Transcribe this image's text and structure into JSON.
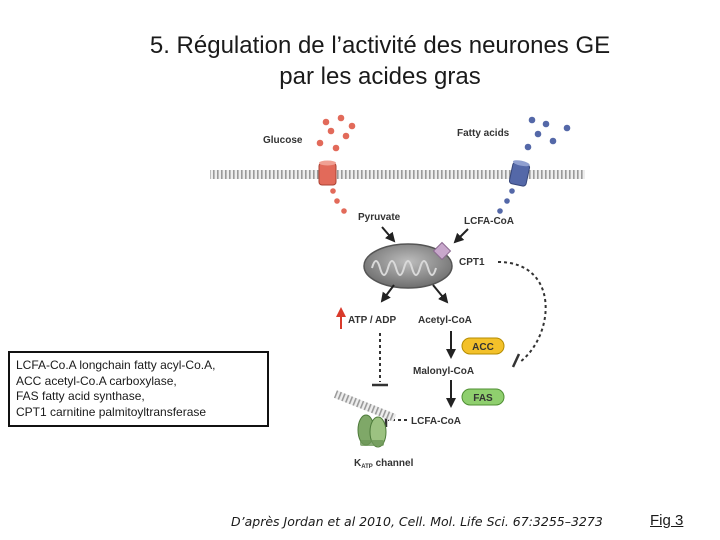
{
  "slide": {
    "title_line1": "5. Régulation de l’activité des neurones  GE",
    "title_line2": "par les acides gras"
  },
  "diagram": {
    "labels": {
      "glucose": "Glucose",
      "fatty_acids": "Fatty acids",
      "pyruvate": "Pyruvate",
      "lcfa_coa_top": "LCFA-CoA",
      "cpt1": "CPT1",
      "atp_adp": "ATP / ADP",
      "acetyl_coa": "Acetyl-CoA",
      "acc": "ACC",
      "malonyl_coa": "Malonyl-CoA",
      "fas": "FAS",
      "lcfa_coa_bottom": "LCFA-CoA",
      "katp_k": "K",
      "katp_sub": "ATP",
      "katp_channel": " channel"
    },
    "colors": {
      "glucose": "#e26a5a",
      "fatty_acid": "#5468a8",
      "acc_fill": "#f3c12a",
      "fas_fill": "#8fcf6e",
      "cpt1_fill": "#c8a7cc",
      "channel": "#7fa868",
      "up_arrow": "#d93a2b"
    }
  },
  "legend": [
    "LCFA-Co.A longchain fatty acyl-Co.A,",
    "ACC acetyl-Co.A carboxylase,",
    "FAS fatty acid synthase,",
    "CPT1 carnitine palmitoyltransferase"
  ],
  "citation": "D’après Jordan et al 2010, Cell. Mol. Life Sci. 67:3255–3273",
  "figure_label": "Fig 3"
}
